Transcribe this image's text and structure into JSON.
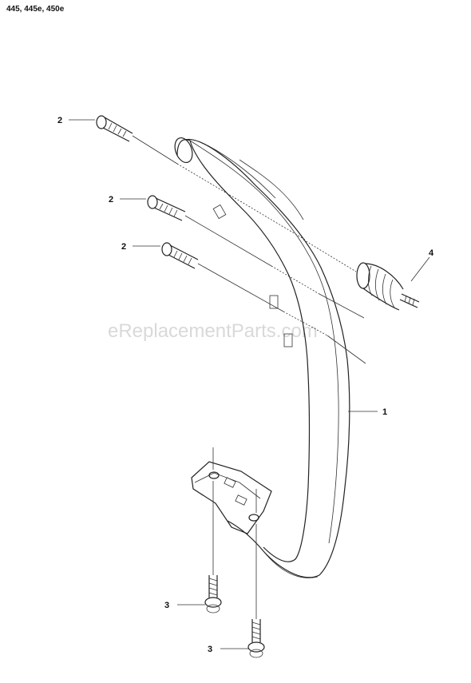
{
  "header": {
    "models": "445, 445e, 450e"
  },
  "callouts": {
    "bolt_a": "2",
    "bolt_b": "2",
    "bolt_c": "2",
    "damper": "4",
    "handle": "1",
    "screw_a": "3",
    "screw_b": "3"
  },
  "watermark": "eReplacementParts.com"
}
